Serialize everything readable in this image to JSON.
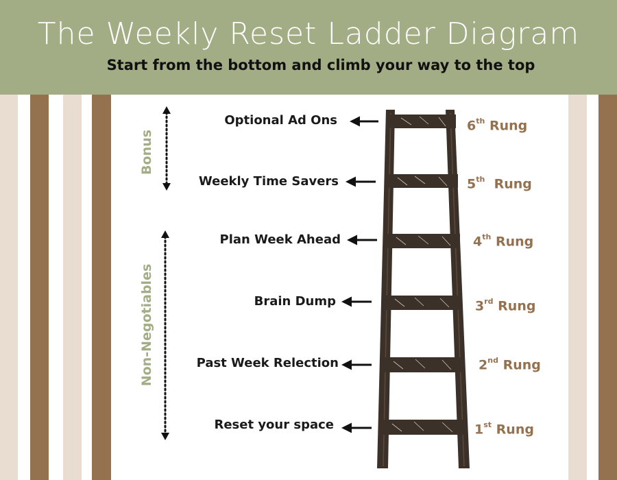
{
  "header": {
    "title": "The Weekly Reset Ladder Diagram",
    "subtitle": "Start from the bottom and climb your way to the top"
  },
  "groups": [
    {
      "label": "Bonus"
    },
    {
      "label": "Non-Negotiables"
    }
  ],
  "rungs": [
    {
      "step": "Optional Ad Ons",
      "num": "6",
      "suffix": "th",
      "word": "Rung"
    },
    {
      "step": "Weekly Time Savers",
      "num": "5",
      "suffix": "th",
      "word": "Rung"
    },
    {
      "step": "Plan Week Ahead",
      "num": "4",
      "suffix": "th",
      "word": "Rung"
    },
    {
      "step": "Brain Dump",
      "num": "3",
      "suffix": "rd",
      "word": "Rung"
    },
    {
      "step": "Past Week Relection",
      "num": "2",
      "suffix": "nd",
      "word": "Rung"
    },
    {
      "step": "Reset your space",
      "num": "1",
      "suffix": "st",
      "word": "Rung"
    }
  ],
  "colors": {
    "header_bg": "#a3ad85",
    "accent_brown": "#94714f",
    "stripe_tan": "#e8ddd0",
    "ladder_wood": "#3b3128"
  }
}
